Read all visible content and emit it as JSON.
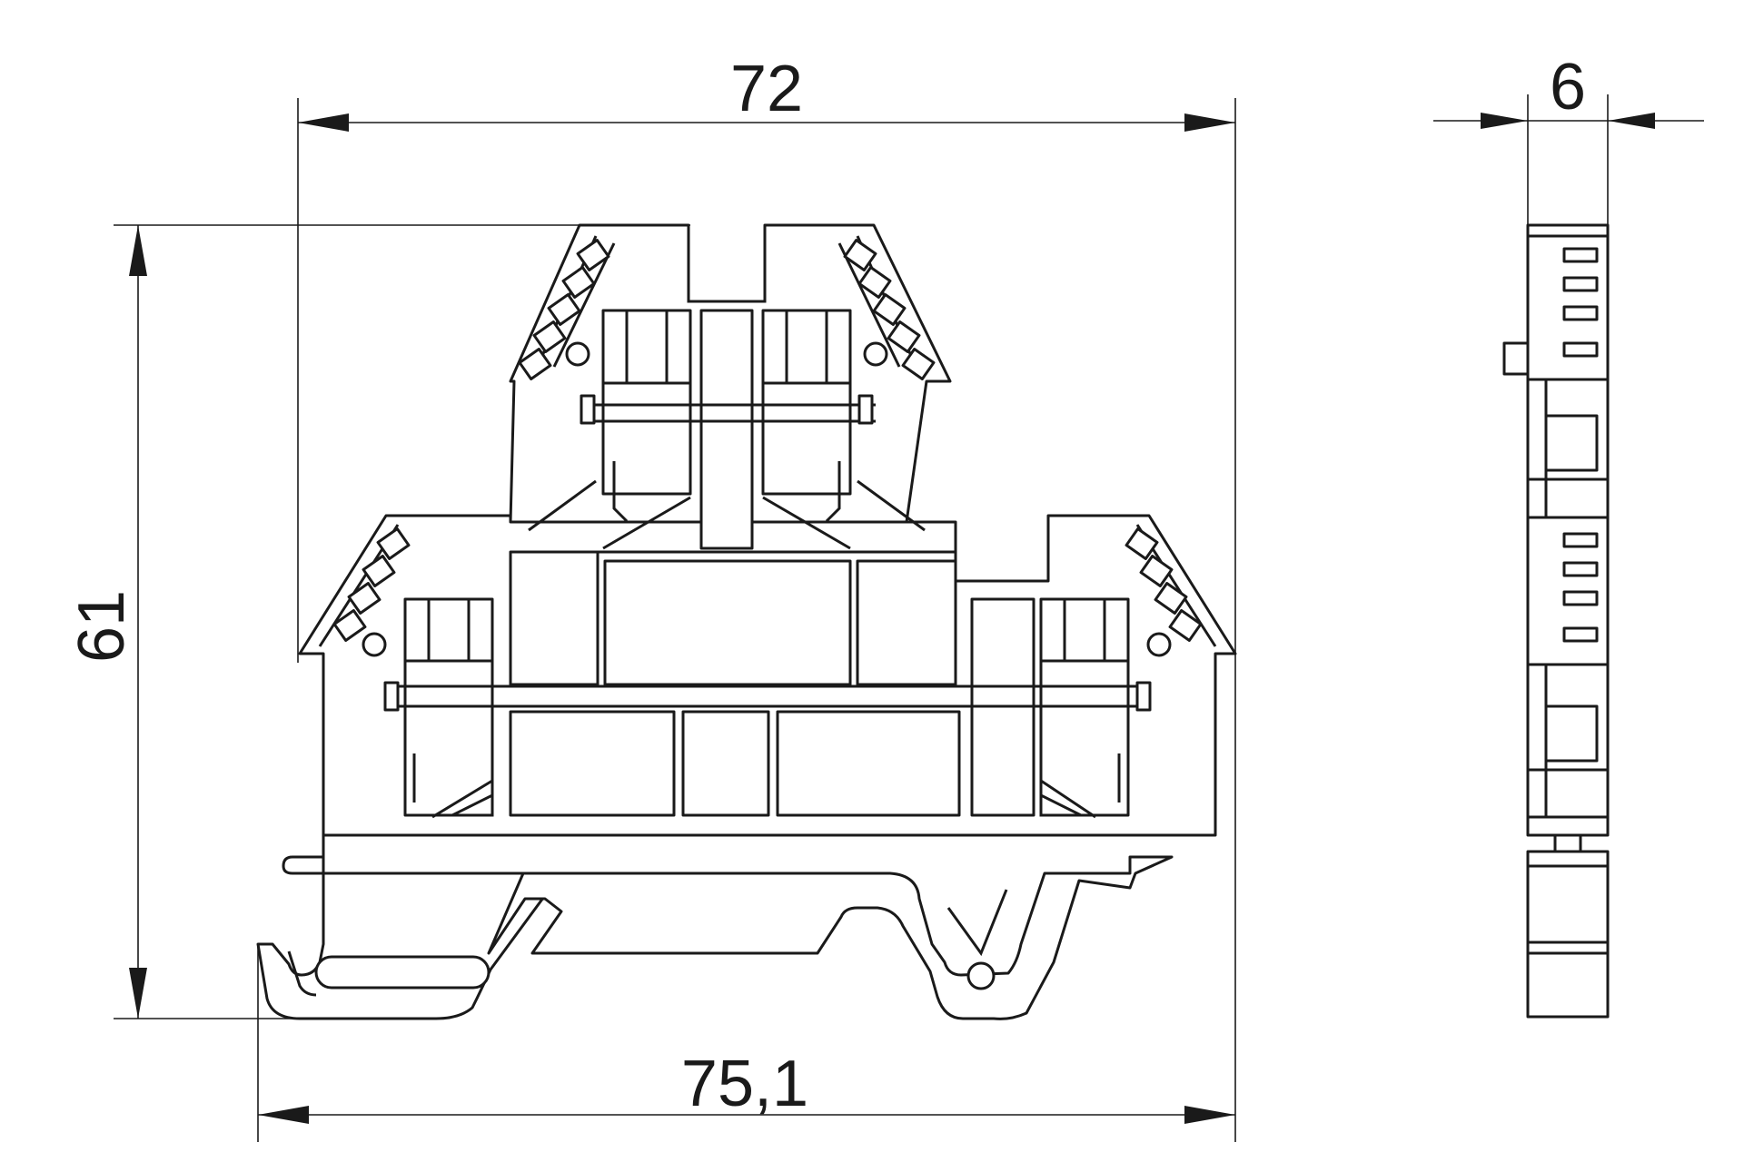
{
  "dimensions": {
    "width_top": "72",
    "height_left": "61",
    "width_bottom": "75,1",
    "side_width": "6"
  },
  "colors": {
    "line": "#1a1a1a",
    "background": "#ffffff"
  }
}
